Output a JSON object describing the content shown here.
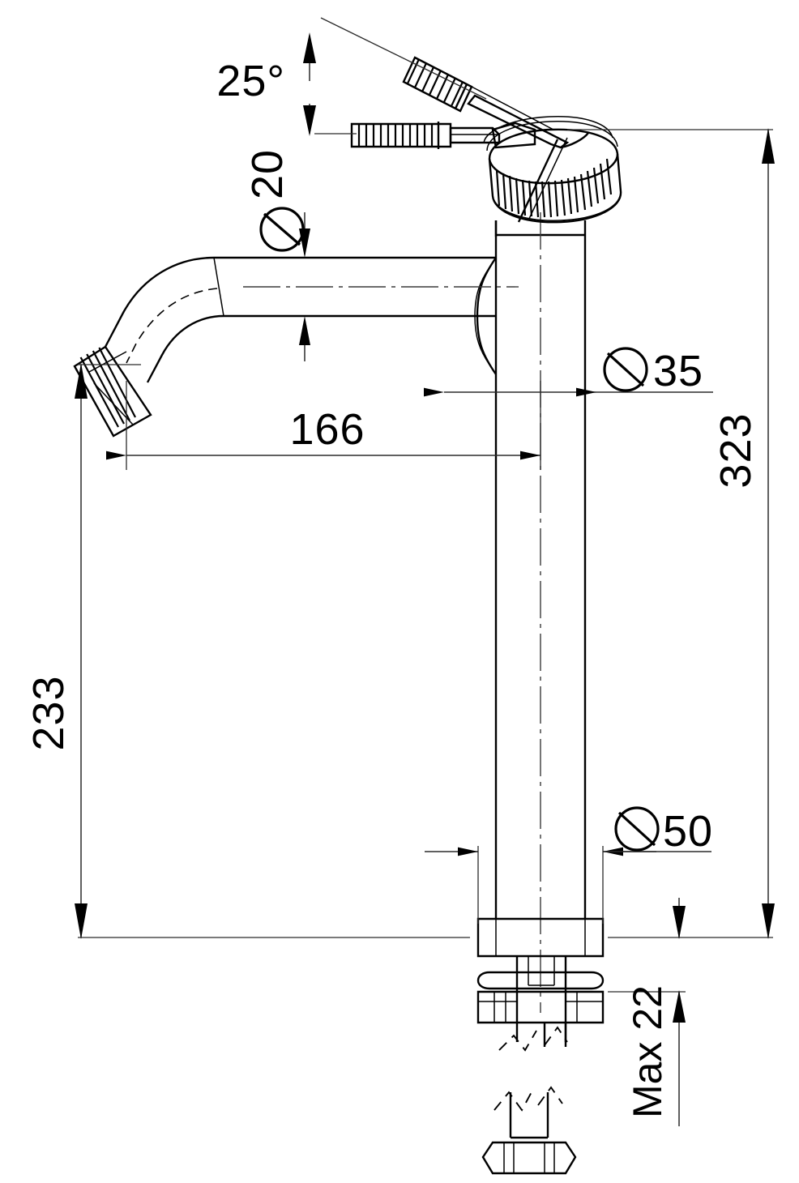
{
  "drawing": {
    "type": "technical-dimension-drawing",
    "subject": "tall-vessel-basin-mixer-tap",
    "units": "mm",
    "background_color": "#ffffff",
    "line_color": "#000000",
    "dimension_color": "#2b2b2b"
  },
  "dimensions": {
    "lever_angle": {
      "label": "25°",
      "value": 25,
      "unit": "degrees",
      "orientation": "horizontal",
      "description": "maximum lever lift angle above horizontal"
    },
    "spout_diameter": {
      "label": "20",
      "symbol": "Ø",
      "value": 20,
      "orientation": "vertical-rotated",
      "description": "spout tube outside diameter"
    },
    "body_diameter": {
      "label": "35",
      "symbol": "Ø",
      "value": 35,
      "orientation": "horizontal",
      "description": "main body column diameter"
    },
    "spout_reach": {
      "label": "166",
      "value": 166,
      "orientation": "horizontal",
      "description": "spout projection from body centreline"
    },
    "spout_height": {
      "label": "233",
      "value": 233,
      "orientation": "vertical-rotated",
      "description": "height from mounting surface to aerator outlet"
    },
    "overall_height": {
      "label": "323",
      "value": 323,
      "orientation": "vertical-rotated",
      "description": "overall height to top of cartridge cap"
    },
    "base_diameter": {
      "label": "50",
      "symbol": "Ø",
      "value": 50,
      "orientation": "horizontal",
      "description": "base flange diameter"
    },
    "max_deck_thickness": {
      "label": "Max 22",
      "value": 22,
      "prefix": "Max",
      "orientation": "vertical-rotated",
      "description": "maximum mounting deck thickness"
    }
  },
  "components": {
    "lever_raised": "lever-handle-raised-25deg",
    "lever_horizontal": "lever-handle-closed-horizontal",
    "cartridge_cap": "knurled-cartridge-cap",
    "body_column": "cylindrical-body-column",
    "spout": "curved-swan-neck-spout",
    "aerator": "ribbed-aerator-outlet",
    "base_flange": "base-mounting-flange",
    "threaded_stud": "threaded-mounting-stud",
    "washer": "mounting-washer",
    "lock_nut": "hex-lock-nut"
  }
}
